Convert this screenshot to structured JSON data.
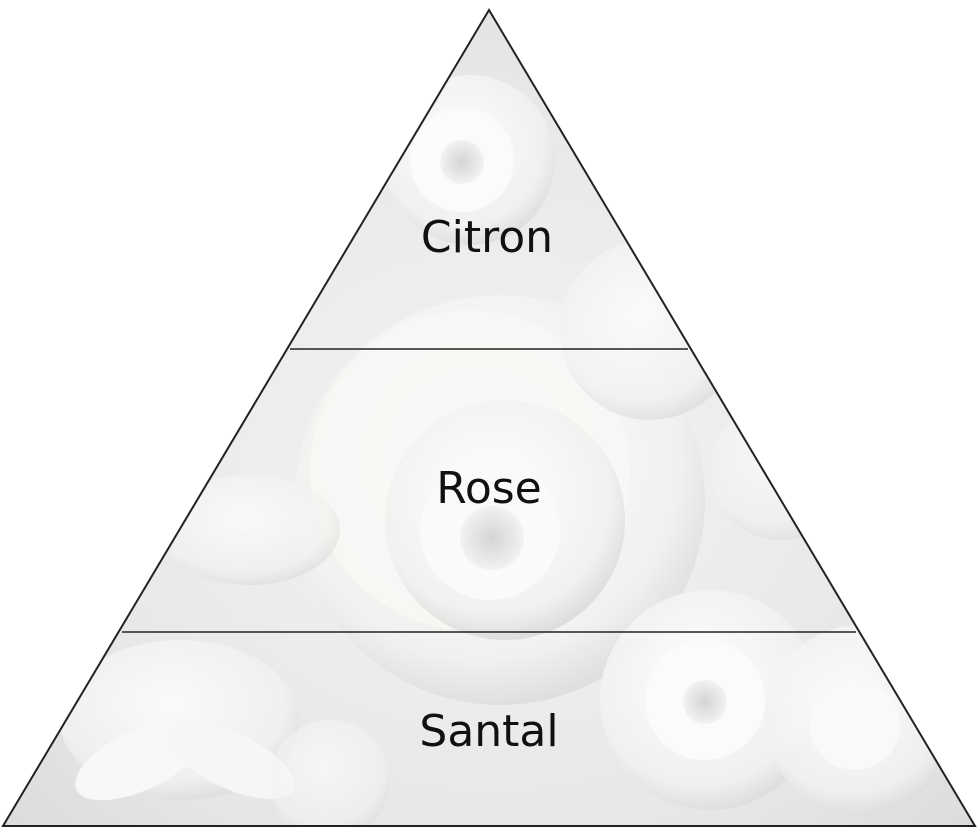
{
  "diagram": {
    "type": "pyramid",
    "tiers": [
      {
        "label": "Citron"
      },
      {
        "label": "Rose"
      },
      {
        "label": "Santal"
      }
    ]
  },
  "colors": {
    "outline": "#222222",
    "label": "#111111",
    "fill_base": "#e9e9e7",
    "petal": "#ffffff"
  }
}
